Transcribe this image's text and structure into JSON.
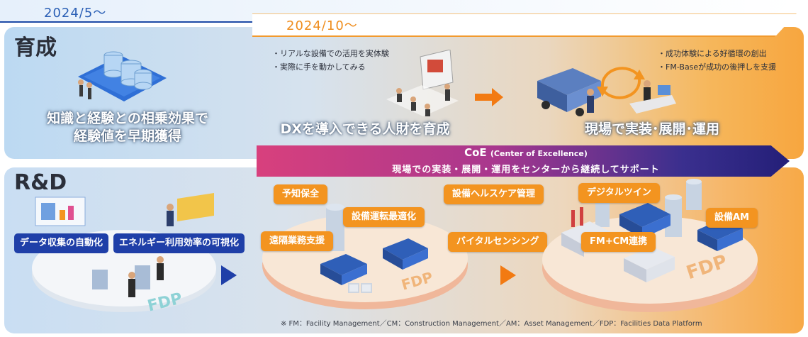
{
  "dates": {
    "start": "2024/5～",
    "second": "2024/10～"
  },
  "sections": {
    "training": "育成",
    "rnd": "R&D"
  },
  "training": {
    "left_caption_line1": "知識と経験との相乗効果で",
    "left_caption_line2": "経験値を早期獲得",
    "middle_notes": [
      "・リアルな設備での活用を実体験",
      "・実際に手を動かしてみる"
    ],
    "middle_caption": "DXを導入できる人財を育成",
    "right_notes": [
      "・成功体験による好循環の創出",
      "・FM-Baseが成功の後押しを支援"
    ],
    "right_caption": "現場で実装･展開･運用"
  },
  "coe": {
    "title": "CoE",
    "title_paren": "(Center of Excellence)",
    "subtitle": "現場での実装・展開・運用をセンターから継続してサポート"
  },
  "rnd": {
    "stage1_tags": [
      "データ収集の自動化",
      "エネルギー利用効率の可視化"
    ],
    "stage2_tags": [
      "予知保全",
      "設備運転最適化",
      "遠隔業務支援"
    ],
    "middle_tags": [
      "設備ヘルスケア管理",
      "バイタルセンシング"
    ],
    "stage3_tags": [
      "デジタルツイン",
      "設備AM",
      "FM+CM連携"
    ],
    "platform_label": "FDP"
  },
  "footnote": "※ FM：Facility Management／CM：Construction Management／AM：Asset Management／FDP：Facilities Data Platform",
  "colors": {
    "orange": "#f39420",
    "navy": "#1f3fa8",
    "magenta": "#d8407d",
    "indigo": "#241f78"
  },
  "icons": [
    "arrow-right-icon",
    "cycle-arrows-icon"
  ]
}
